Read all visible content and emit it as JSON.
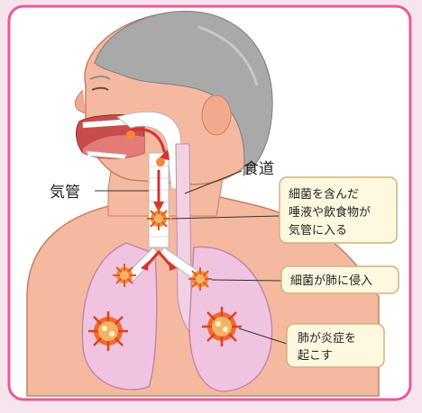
{
  "labels": {
    "trachea": "気管",
    "esophagus": "食道"
  },
  "callouts": {
    "aspiration": [
      "細菌を含んだ",
      "唾液や飲食物が",
      "気管に入る"
    ],
    "invade": "細菌が肺に侵入",
    "pneumonia": [
      "肺が炎症を",
      "起こす"
    ]
  },
  "colors": {
    "frame_border": "#e85a9a",
    "background": "#f8e4ee",
    "skin": "#f5b9a0",
    "hair": "#a9a9a9",
    "lung": "#f0c4e0",
    "airway": "#ffffff",
    "arrow": "#d63333",
    "bacteria": "#f08a3a",
    "callout_bg": "#fff8e1",
    "callout_border": "#d2b27a"
  },
  "icons": [
    "bacteria-icon",
    "flow-arrow-icon",
    "inflammation-icon"
  ]
}
